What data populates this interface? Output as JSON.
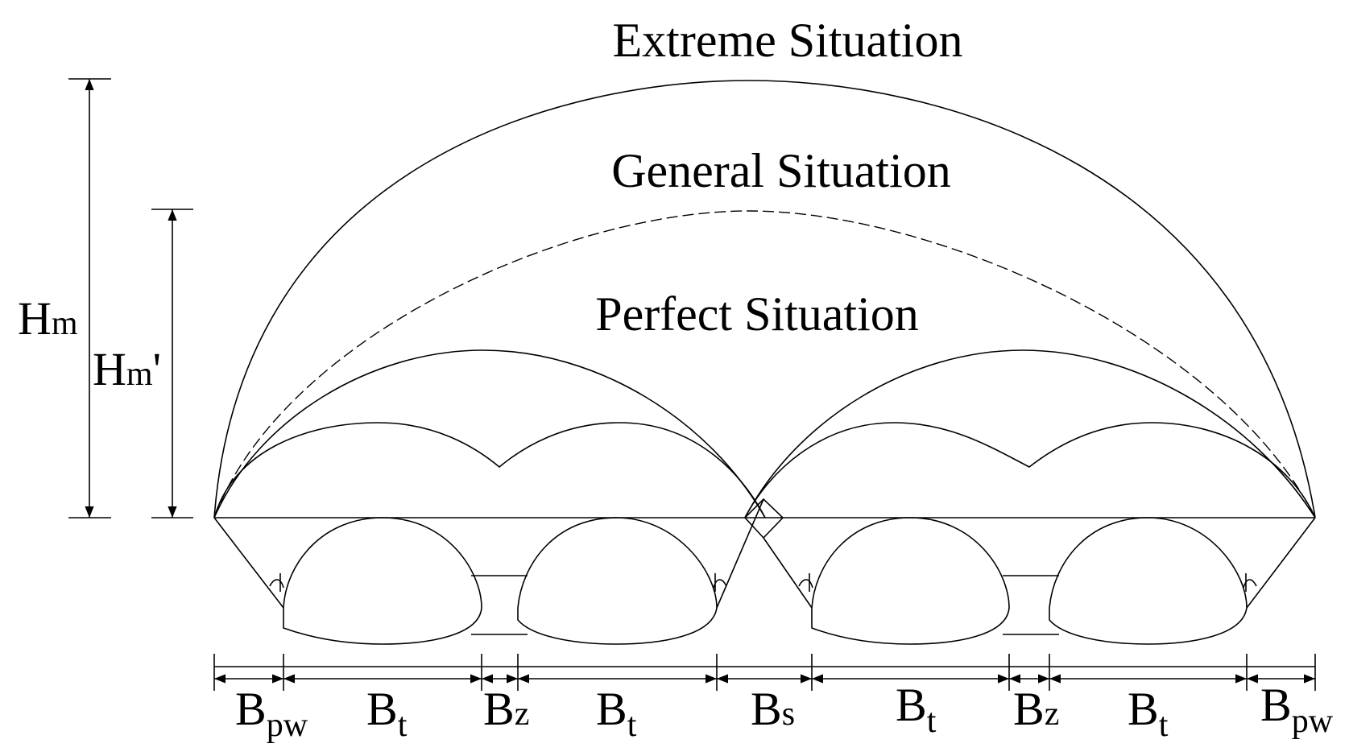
{
  "labels": {
    "extreme": "Extreme Situation",
    "general": "General Situation",
    "perfect": "Perfect Situation"
  },
  "dimensions": {
    "hm_main": "H",
    "hm_sub": "m",
    "hm2_main": "H",
    "hm2_sub": "m",
    "hm2_prime": "'",
    "bpw_main": "B",
    "bpw_sub": "pw",
    "bt_main": "B",
    "bt_sub": "t",
    "bz_main": "B",
    "bz_sub": "z",
    "bs_main": "B",
    "bs_sub": "s"
  }
}
